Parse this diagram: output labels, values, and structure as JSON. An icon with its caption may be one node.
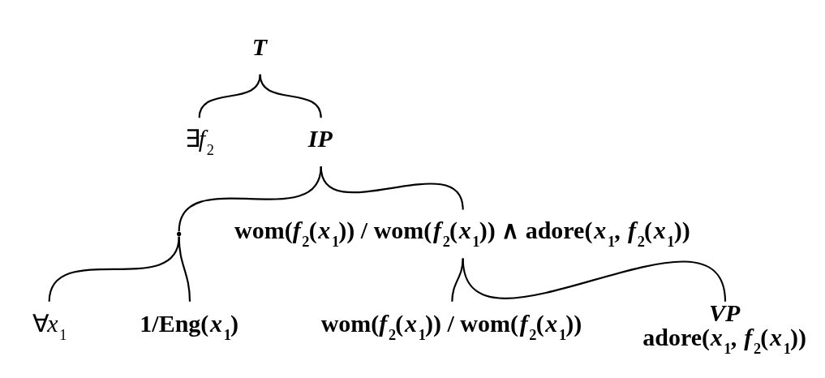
{
  "diagram": {
    "nodes": [
      {
        "text": [
          "T"
        ]
      },
      {
        "text": [
          "∃*f*$_{2}$"
        ]
      },
      {
        "text": [
          "IP"
        ]
      },
      {
        "text": [],
        "shape": "point"
      },
      {
        "text": [
          "∀*x*$_{1}$"
        ]
      },
      {
        "text": [
          "1/Eng(*x*$_{1}$)"
        ]
      },
      {
        "text": [
          "wom(*f*$_{2}$(*x*$_{1}$)) / wom(*f*$_{2}$(*x*$_{1}$)) ∧ adore(*x*$_{1}$, *f*$_{2}$(*x*$_{1}$))"
        ]
      },
      {
        "text": [
          "wom(*f*$_{2}$(*x*$_{1}$)) / wom(*f*$_{2}$(*x*$_{1}$))"
        ]
      },
      {
        "text": [
          "VP",
          "adore(*x*$_{1}$, *f*$_{2}$(*x*$_{1}$))"
        ]
      }
    ],
    "edges": [
      {
        "from": 0,
        "to": 1,
        "arrow": "none"
      },
      {
        "from": 0,
        "to": 2,
        "arrow": "none"
      },
      {
        "from": 2,
        "to": 3,
        "arrow": "none"
      },
      {
        "from": 3,
        "to": 4,
        "arrow": "none"
      },
      {
        "from": 3,
        "to": 5,
        "arrow": "none"
      },
      {
        "from": 2,
        "to": 6,
        "arrow": "none"
      },
      {
        "from": 6,
        "to": 7,
        "arrow": "none"
      },
      {
        "from": 6,
        "to": 8,
        "arrow": "none"
      }
    ]
  }
}
